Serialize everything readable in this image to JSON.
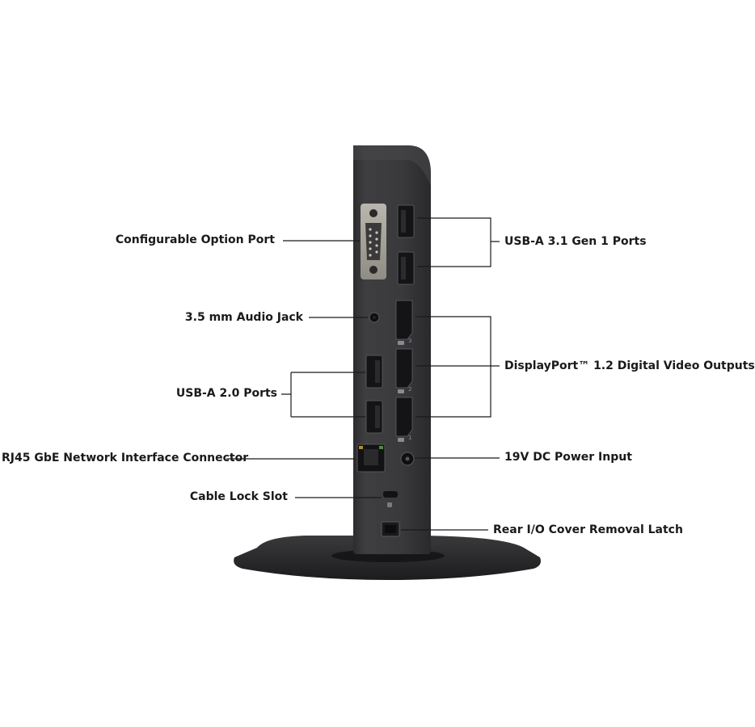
{
  "callouts": {
    "configurable_option_port": "Configurable Option Port",
    "usb_a_31_ports": "USB-A 3.1 Gen 1 Ports",
    "audio_jack": "3.5 mm Audio Jack",
    "displayport_outputs": "DisplayPort™ 1.2 Digital Video Outputs",
    "usb_a_20_ports": "USB-A 2.0 Ports",
    "rj45_connector": "RJ45 GbE Network Interface Connector",
    "dc_power_input": "19V DC Power Input",
    "cable_lock_slot": "Cable Lock Slot",
    "rear_io_latch": "Rear I/O Cover Removal Latch"
  },
  "port_marks": {
    "dp_1": "1",
    "dp_2": "2",
    "dp_3": "3"
  },
  "colors": {
    "device_body": "#3a3a3c",
    "device_edge": "#2a2a2c",
    "port_dark": "#141416",
    "leader_line": "#1a1a1a",
    "text": "#1a1a1a"
  }
}
